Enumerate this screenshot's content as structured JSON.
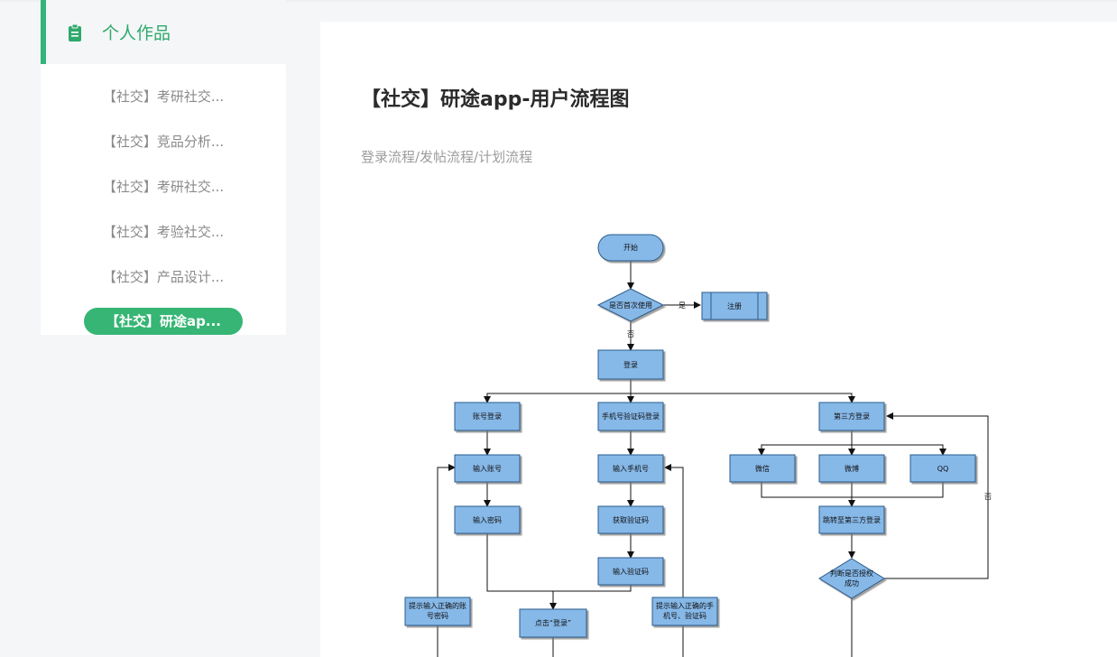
{
  "sidebar": {
    "header_title": "个人作品",
    "items": [
      {
        "label": "【社交】考研社交..."
      },
      {
        "label": "【社交】竞品分析..."
      },
      {
        "label": "【社交】考研社交..."
      },
      {
        "label": "【社交】考验社交..."
      },
      {
        "label": "【社交】产品设计..."
      },
      {
        "label": "【社交】研途ap...",
        "active": true
      }
    ]
  },
  "main": {
    "title": "【社交】研途app-用户流程图",
    "subtitle": "登录流程/发帖流程/计划流程"
  },
  "flowchart": {
    "start": "开始",
    "first_use": "是否首次使用",
    "yes": "是",
    "no": "否",
    "register": "注册",
    "login": "登录",
    "account_login": "账号登录",
    "phone_login": "手机号验证码登录",
    "third_login": "第三方登录",
    "input_account": "输入账号",
    "input_phone": "输入手机号",
    "wechat": "微信",
    "weibo": "微博",
    "qq": "QQ",
    "input_password": "输入密码",
    "get_code": "获取验证码",
    "jump_third": "跳转至第三方登录",
    "input_code": "输入验证码",
    "auth_success_1": "判断是否授权",
    "auth_success_2": "成功",
    "hint_account_1": "提示输入正确的账",
    "hint_account_2": "号密码",
    "click_login": "点击“登录”",
    "hint_phone_1": "提示输入正确的手",
    "hint_phone_2": "机号、验证码"
  },
  "colors": {
    "accent": "#36b574",
    "node_fill": "#86b8e8",
    "node_stroke": "#2c5d8c"
  }
}
